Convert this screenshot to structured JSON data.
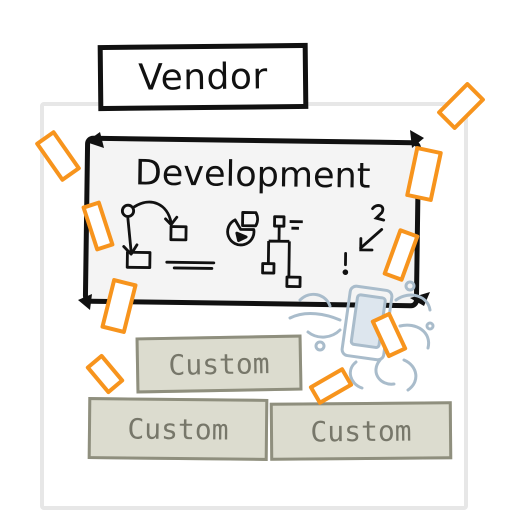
{
  "diagram": {
    "vendor_label": "Vendor",
    "board_title": "Development",
    "custom_labels": [
      "Custom",
      "Custom",
      "Custom"
    ],
    "colors": {
      "ink": "#111111",
      "confetti": "#f7941d",
      "custom_fill": "#dcdccf",
      "custom_text": "#77776a",
      "robot": "#a9bccb",
      "frame": "#e7e7e7"
    },
    "icons": [
      "flowchart-icon",
      "pie-chart-icon",
      "org-chart-icon",
      "question-arrow-icon",
      "robot-icon"
    ]
  }
}
